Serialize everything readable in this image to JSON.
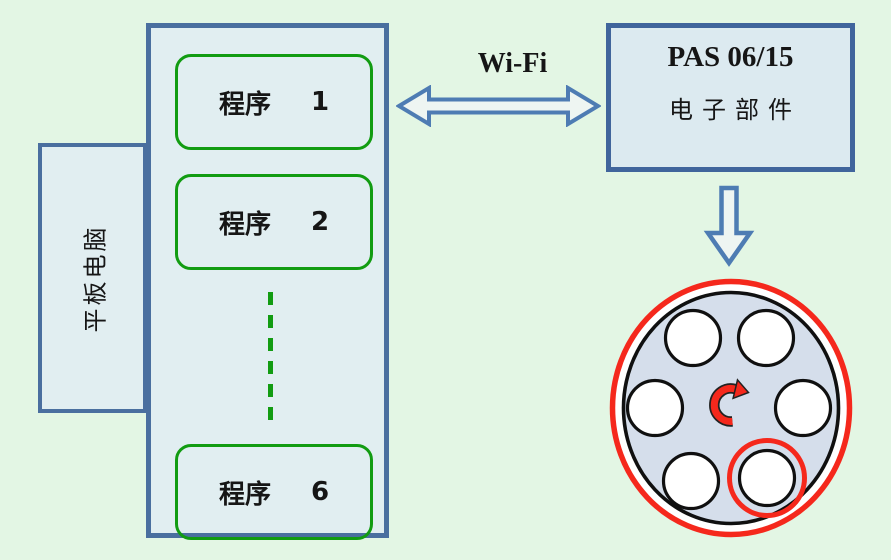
{
  "diagram": {
    "tablet": {
      "label": "平板电脑"
    },
    "programs": {
      "items": [
        {
          "label": "程序",
          "number": "1"
        },
        {
          "label": "程序",
          "number": "2"
        },
        {
          "label": "程序",
          "number": "6"
        }
      ]
    },
    "connection": {
      "label": "Wi-Fi"
    },
    "controller": {
      "title": "PAS 06/15",
      "subtitle": "电子部件"
    },
    "wheel": {
      "positions": 6,
      "rotation_direction": "clockwise",
      "highlighted_position": "bottom-right"
    }
  },
  "colors": {
    "background": "#e3f6e4",
    "box_fill": "#e1eef1",
    "blue_border": "#4a6f9f",
    "green_border": "#129c12",
    "red_accent": "#f5281c",
    "wheel_fill": "#d5deeb"
  }
}
